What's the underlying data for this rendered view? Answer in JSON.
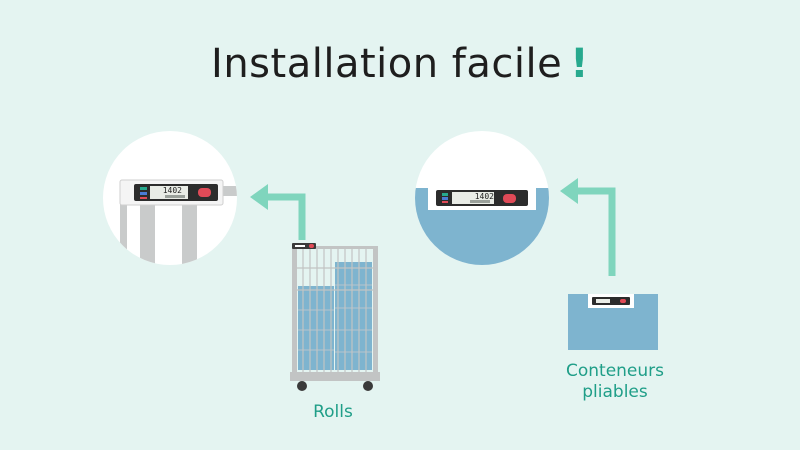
{
  "title": {
    "text": "Installation facile",
    "emphasis": "!"
  },
  "device": {
    "display_number": "1402"
  },
  "captions": {
    "rolls": "Rolls",
    "containers_line1": "Conteneurs",
    "containers_line2": "pliables"
  },
  "colors": {
    "background": "#e4f4f1",
    "accent": "#27a98e",
    "caption": "#1f9e88",
    "arrow": "#7fd5bd",
    "box_blue": "#7eb4cf",
    "cart_frame": "#c2c4c4",
    "device_body": "#2c2c2c",
    "device_button": "#e04a57"
  },
  "icons": {
    "left_arrow": "arrow-up-left-icon",
    "right_arrow": "arrow-up-left-icon",
    "roll_cart": "roll-cart-icon",
    "folding_container": "folding-container-icon",
    "sensor_device": "sensor-device-icon"
  }
}
